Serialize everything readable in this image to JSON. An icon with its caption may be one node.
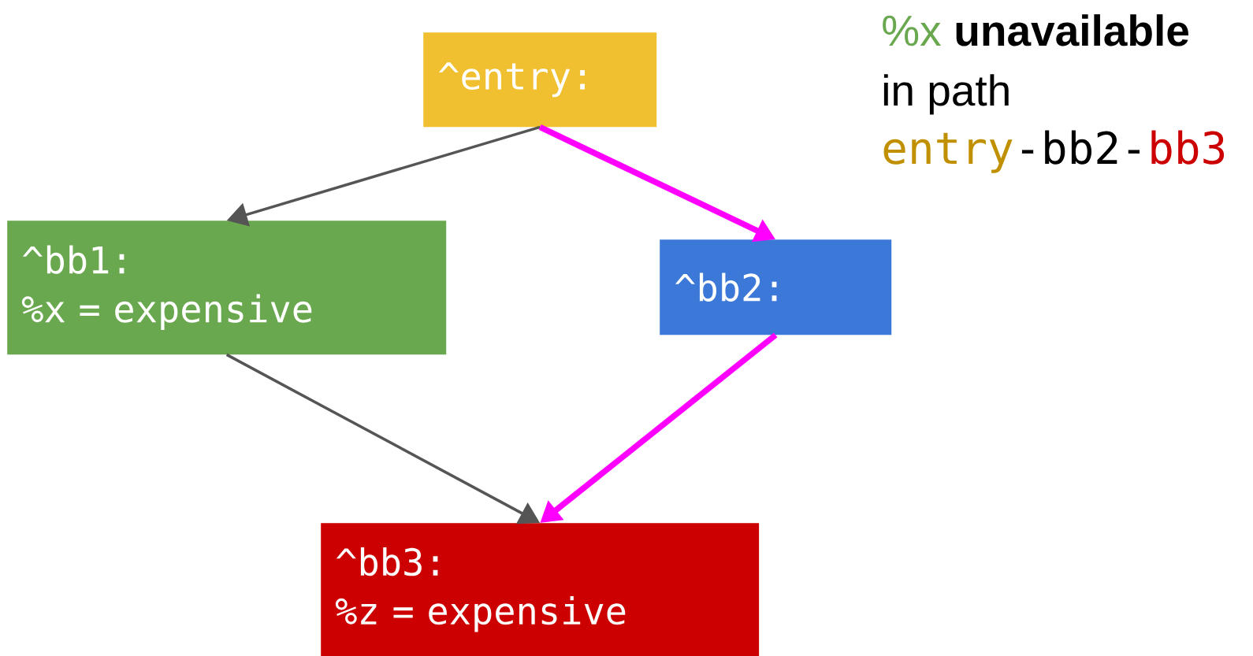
{
  "diagram": {
    "nodes": [
      {
        "text": [
          "^entry:"
        ]
      },
      {
        "text": [
          "^bb1:",
          "%x = expensive"
        ]
      },
      {
        "text": [
          "^bb2:"
        ]
      },
      {
        "text": [
          "^bb3:",
          "%z = expensive"
        ]
      }
    ],
    "edges": [
      {
        "from": 0,
        "to": 1,
        "arrow": "to"
      },
      {
        "from": 0,
        "to": 2,
        "arrow": "to",
        "style": "thick",
        "color": "#ff00ff"
      },
      {
        "from": 1,
        "to": 3,
        "arrow": "to"
      },
      {
        "from": 2,
        "to": 3,
        "arrow": "to",
        "style": "thick",
        "color": "#ff00ff"
      }
    ],
    "labels": [
      "%x",
      "unavailable",
      "in path",
      "entry",
      "-bb2-",
      "bb3"
    ]
  }
}
